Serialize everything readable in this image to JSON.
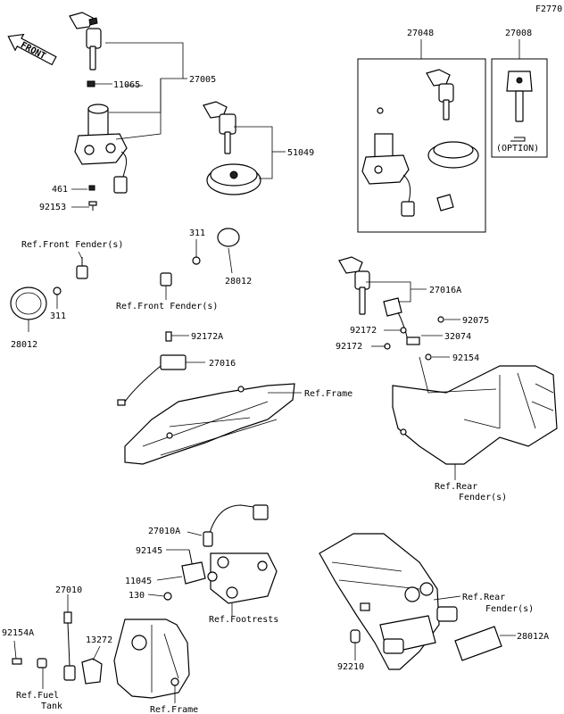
{
  "figure_code": "F2770",
  "front_arrow": "FRONT",
  "option_text": "(OPTION)",
  "labels": {
    "p27005": "27005",
    "p11065": "11065",
    "p461": "461",
    "p92153": "92153",
    "p51049": "51049",
    "p27048": "27048",
    "p27008": "27008",
    "p311_top": "311",
    "p28012_top": "28012",
    "ref_front_fender_top": "Ref.Front Fender(s)",
    "ref_front_fender_mid": "Ref.Front Fender(s)",
    "p311_left": "311",
    "p28012_left": "28012",
    "p27016A": "27016A",
    "p92075": "92075",
    "p92172_a": "92172",
    "p32074": "32074",
    "p92172_b": "92172",
    "p92154": "92154",
    "p92172A": "92172A",
    "p27016": "27016",
    "ref_frame_mid": "Ref.Frame",
    "ref_rear_fender_1_l1": "Ref.Rear",
    "ref_rear_fender_1_l2": "Fender(s)",
    "p27010A": "27010A",
    "p92145": "92145",
    "p11045": "11045",
    "p130": "130",
    "ref_footrests": "Ref.Footrests",
    "p27010": "27010",
    "p92154A": "92154A",
    "p13272": "13272",
    "ref_fuel_tank_l1": "Ref.Fuel",
    "ref_fuel_tank_l2": "Tank",
    "ref_frame_bottom": "Ref.Frame",
    "ref_rear_fender_2_l1": "Ref.Rear",
    "ref_rear_fender_2_l2": "Fender(s)",
    "p28012A": "28012A",
    "p92210": "92210"
  }
}
